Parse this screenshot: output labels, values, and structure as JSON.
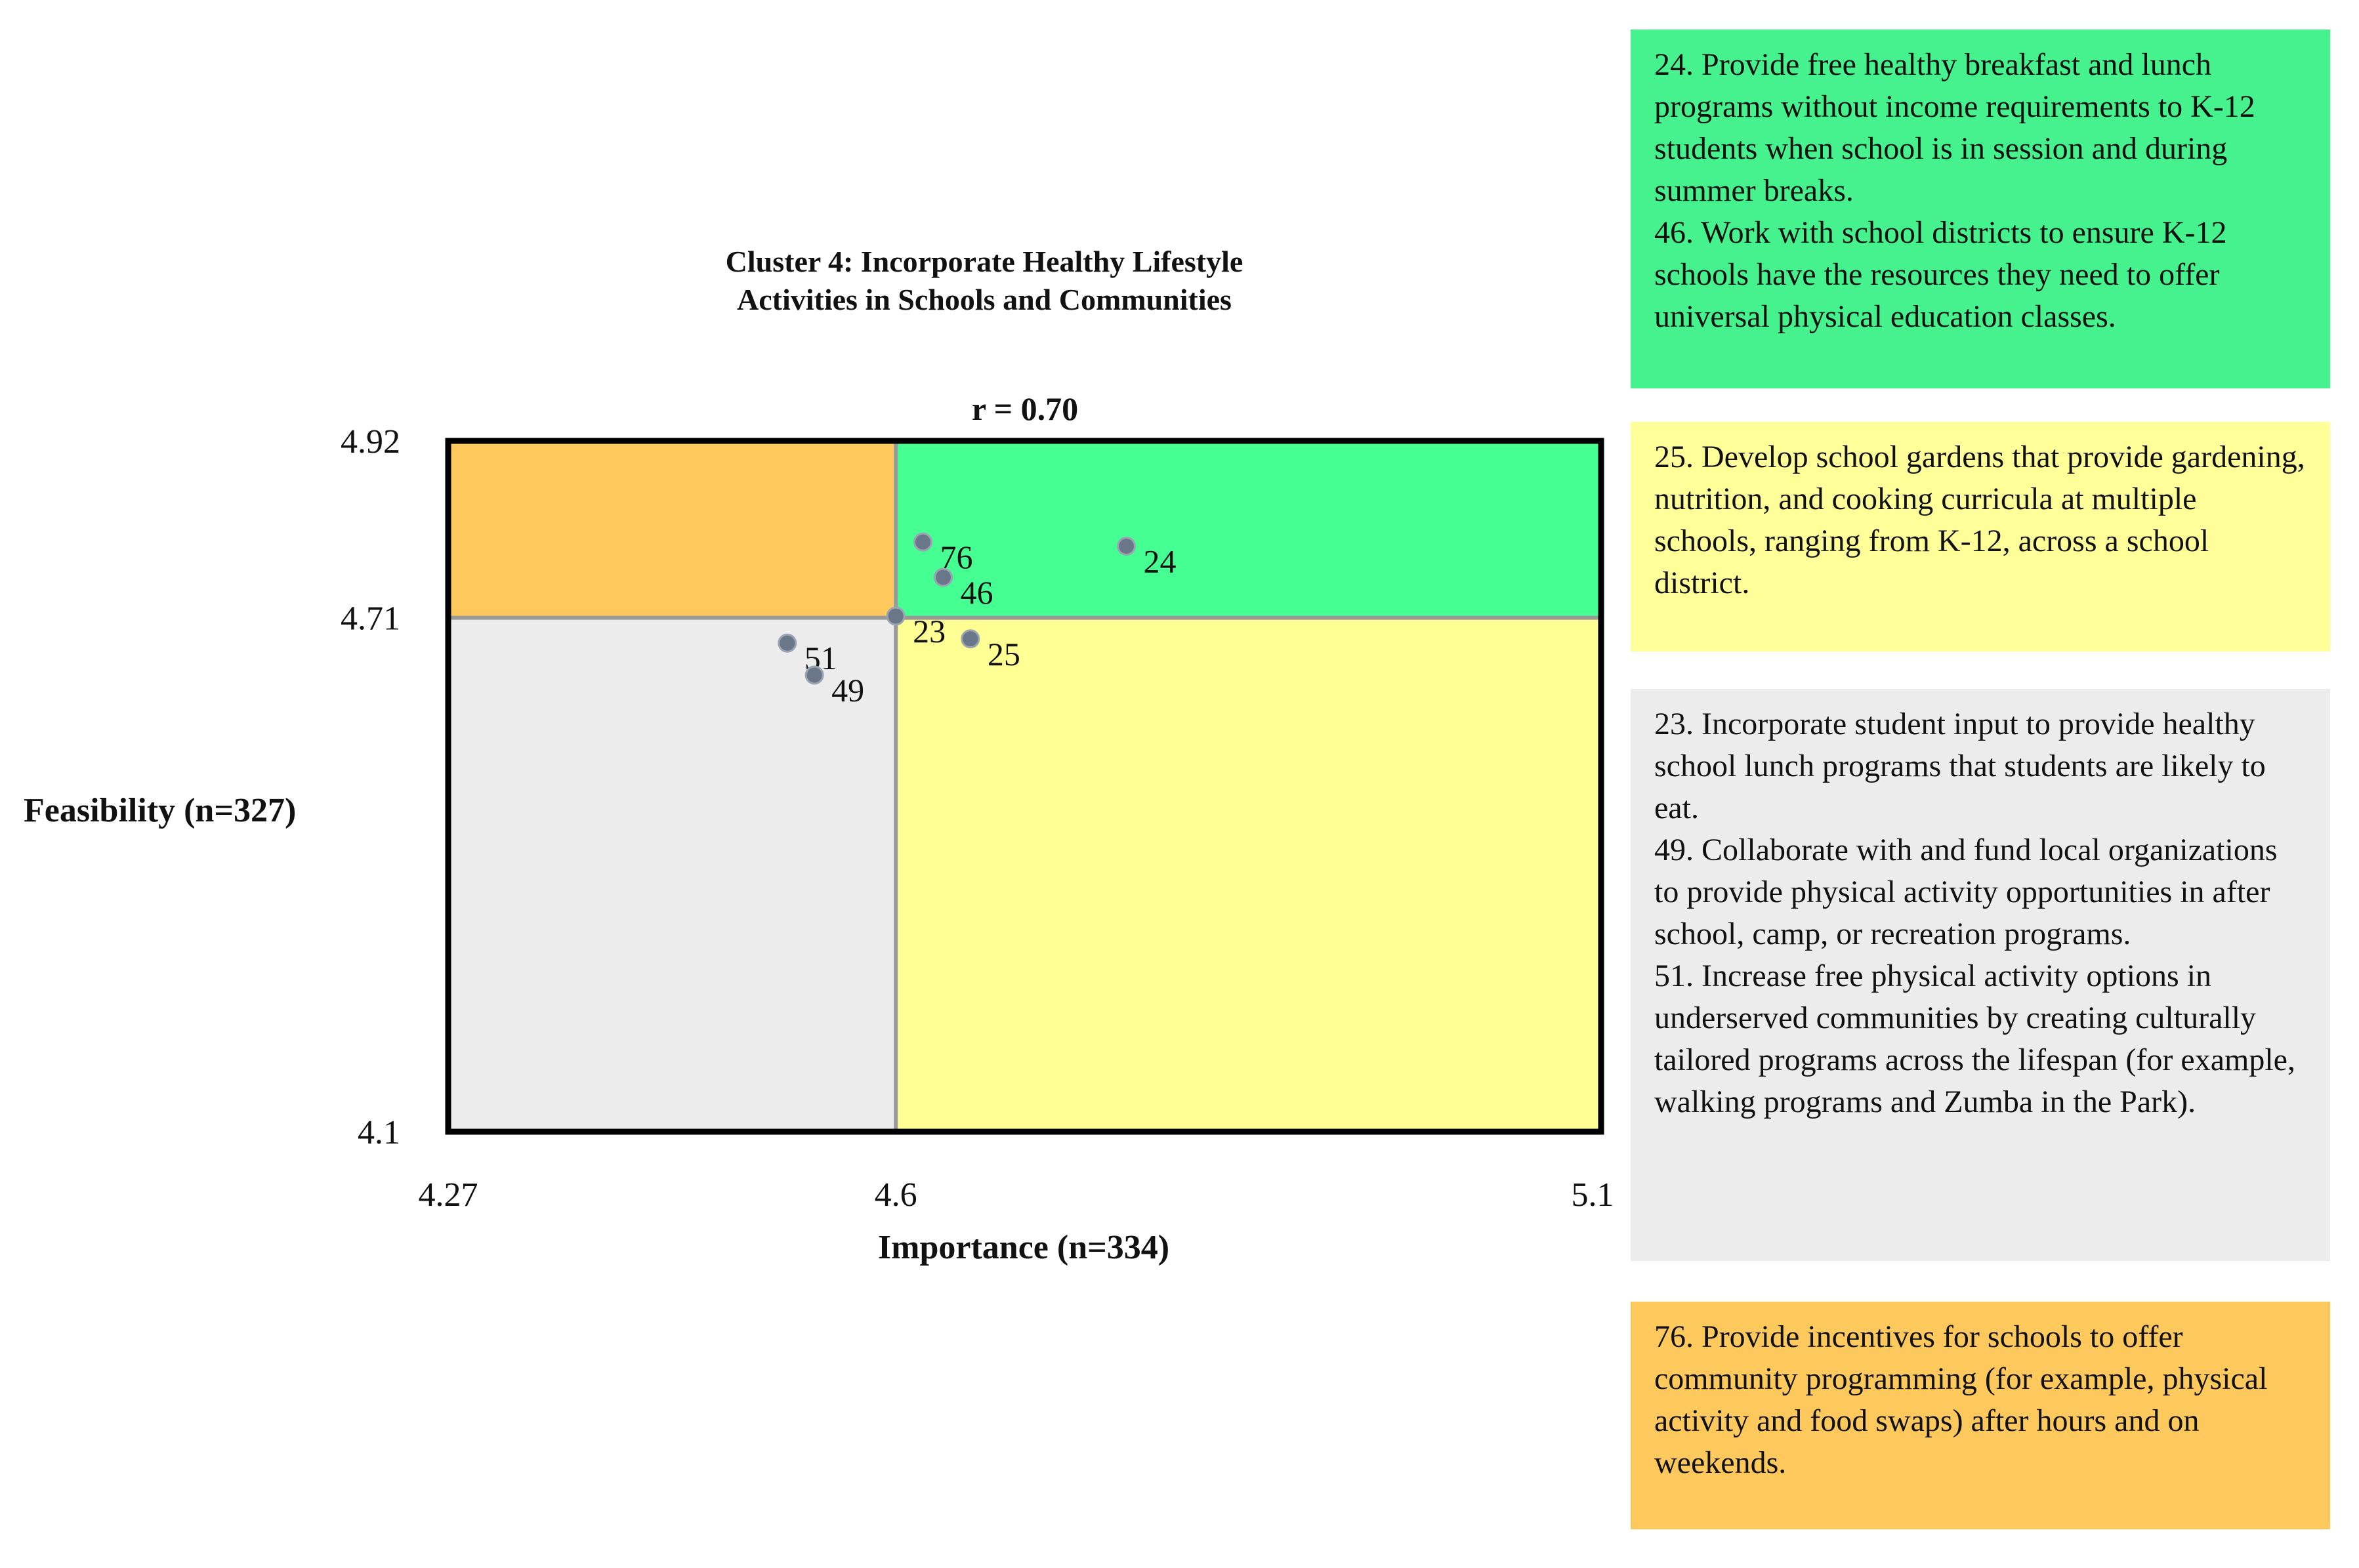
{
  "chart_data": {
    "type": "scatter",
    "title_lines": [
      "Cluster 4: Incorporate Healthy Lifestyle",
      "Activities in Schools and Communities"
    ],
    "subtitle": "r = 0.70",
    "xlabel": "Importance (n=334)",
    "ylabel": "Feasibility (n=327)",
    "xlim": [
      4.27,
      5.12
    ],
    "ylim": [
      4.1,
      4.92
    ],
    "x_ticks": [
      "4.27",
      "4.6",
      "5.12"
    ],
    "y_ticks": [
      "4.92",
      "4.71",
      "4.1"
    ],
    "x_divider": 4.6,
    "y_divider": 4.71,
    "quadrants": {
      "top_left": "#fdc95c",
      "top_right": "#46ff93",
      "bottom_left": "#ececec",
      "bottom_right": "#ffff93"
    },
    "points": [
      {
        "id": "76",
        "x": 4.62,
        "y": 4.8
      },
      {
        "id": "24",
        "x": 4.77,
        "y": 4.795
      },
      {
        "id": "46",
        "x": 4.635,
        "y": 4.758
      },
      {
        "id": "23",
        "x": 4.6,
        "y": 4.712
      },
      {
        "id": "25",
        "x": 4.655,
        "y": 4.685
      },
      {
        "id": "51",
        "x": 4.52,
        "y": 4.68
      },
      {
        "id": "49",
        "x": 4.54,
        "y": 4.642
      }
    ],
    "point_color": "#6a7788"
  },
  "legend_boxes": [
    {
      "color": "#46f28e",
      "items": [
        "24. Provide free healthy breakfast and lunch programs without income requirements to K-12 students when school is in session and during summer breaks.",
        "46. Work with school districts to ensure K-12 schools have the resources they need to offer universal physical education classes."
      ]
    },
    {
      "color": "#ffff99",
      "items": [
        "25. Develop school gardens that provide gardening, nutrition, and cooking curricula at multiple schools, ranging from K-12, across a school district."
      ]
    },
    {
      "color": "#ececec",
      "items": [
        "23. Incorporate student input to provide healthy school lunch programs that students are likely to eat.",
        "49. Collaborate with and fund local organizations to provide physical activity opportunities in after school, camp, or recreation programs.",
        "51. Increase free physical activity options in underserved communities by creating culturally tailored programs across the lifespan (for example, walking programs and Zumba in the Park)."
      ]
    },
    {
      "color": "#fdc95c",
      "items": [
        "76. Provide incentives for schools to offer community programming (for example, physical activity and food swaps) after hours and on weekends."
      ]
    }
  ]
}
